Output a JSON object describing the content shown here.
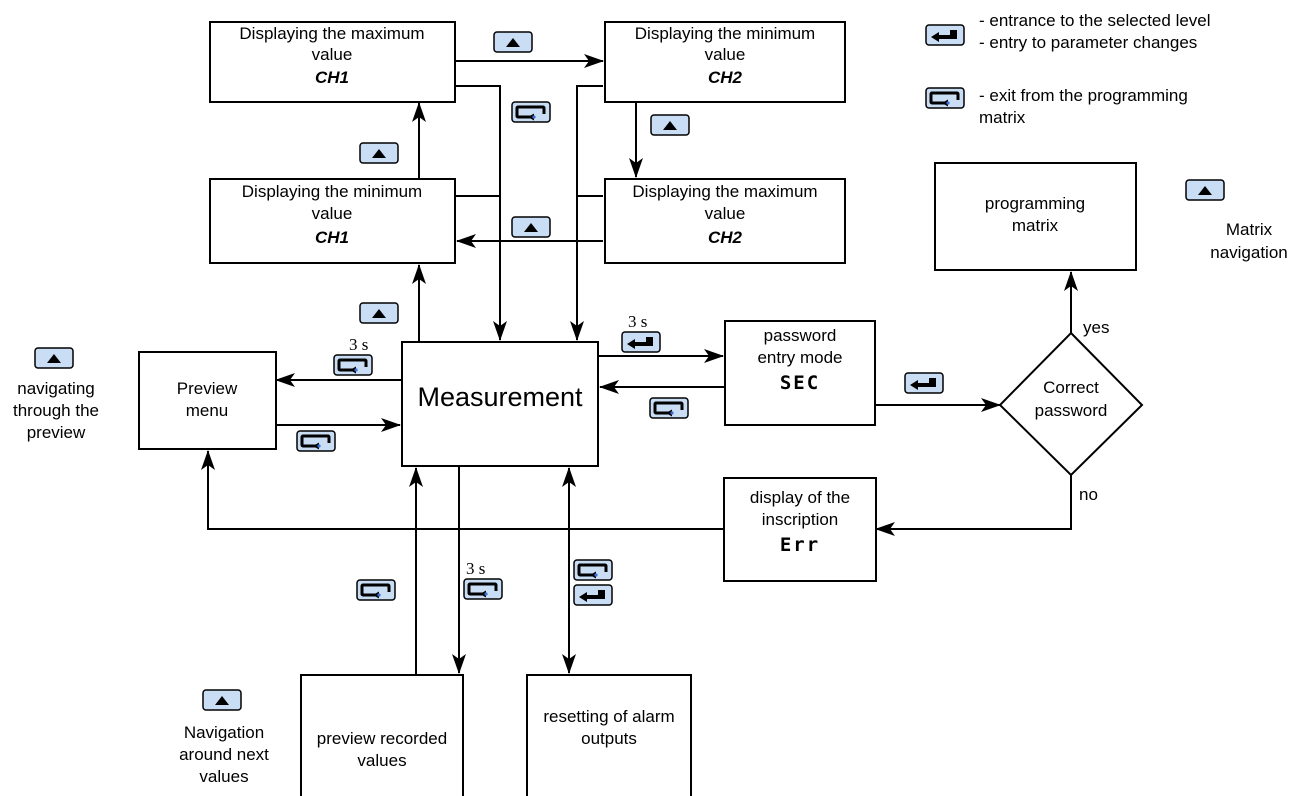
{
  "boxes": {
    "max_ch1": {
      "line1": "Displaying the maximum",
      "line2": "value",
      "line3": "CH1"
    },
    "min_ch2": {
      "line1": "Displaying the minimum",
      "line2": "value",
      "line3": "CH2"
    },
    "min_ch1": {
      "line1": "Displaying the minimum",
      "line2": "value",
      "line3": "CH1"
    },
    "max_ch2": {
      "line1": "Displaying the maximum",
      "line2": "value",
      "line3": "CH2"
    },
    "measurement": {
      "text": "Measurement"
    },
    "preview_menu": {
      "line1": "Preview",
      "line2": "menu"
    },
    "password_entry": {
      "line1": "password",
      "line2": "entry mode",
      "line3": "SEC"
    },
    "correct_password": {
      "line1": "Correct",
      "line2": "password"
    },
    "programming_matrix": {
      "line1": "programming",
      "line2": "matrix"
    },
    "display_err": {
      "line1": "display of the",
      "line2": "inscription",
      "line3": "Err"
    },
    "preview_recorded": {
      "line1": "preview recorded",
      "line2": "values"
    },
    "resetting_alarm": {
      "line1": "resetting of alarm",
      "line2": "outputs"
    }
  },
  "labels": {
    "three_s": "3 s",
    "yes": "yes",
    "no": "no",
    "navigating_preview": [
      "navigating",
      "through the",
      "preview"
    ],
    "matrix_navigation": [
      "Matrix",
      "navigation"
    ],
    "navigation_next": [
      "Navigation",
      "around next",
      "values"
    ]
  },
  "legend": {
    "enter_line1": "- entrance to the selected level",
    "enter_line2": "- entry to parameter changes",
    "exit_line1": "- exit from the programming",
    "exit_line2": "matrix"
  },
  "keys": {
    "up": "up-arrow-key-icon",
    "enter": "enter-key-icon",
    "exit": "exit-key-icon",
    "color": "#c9def4"
  }
}
